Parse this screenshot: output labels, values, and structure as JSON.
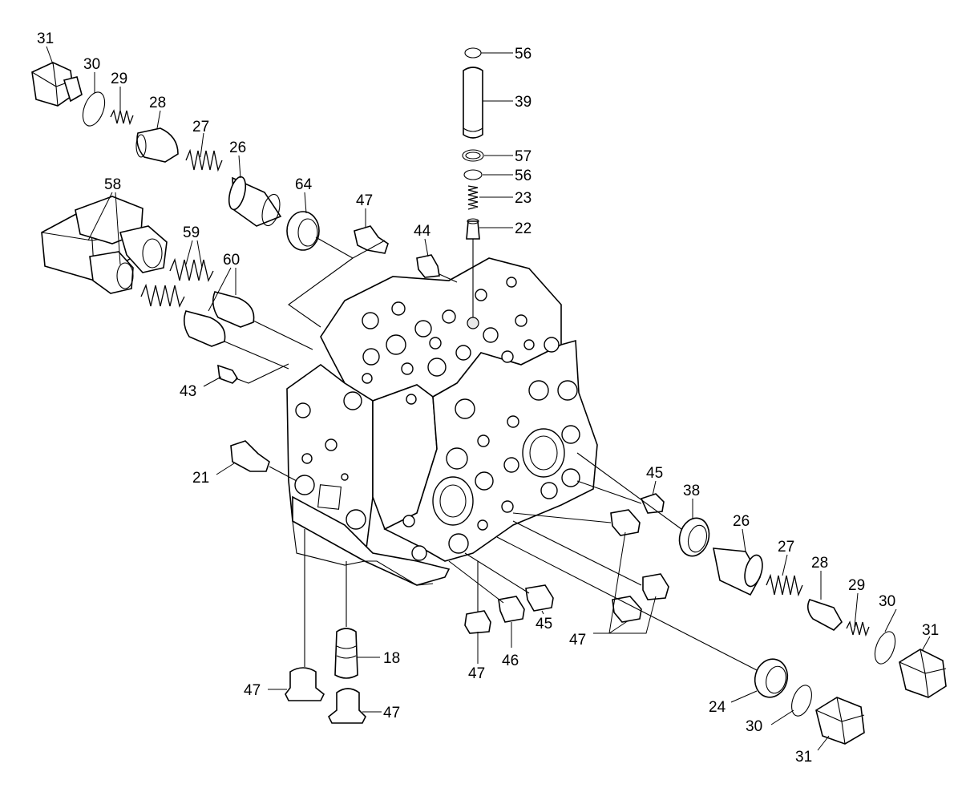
{
  "labels": {
    "p31a": "31",
    "p30a": "30",
    "p29a": "29",
    "p28a": "28",
    "p27a": "27",
    "p26a": "26",
    "p58": "58",
    "p59": "59",
    "p60": "60",
    "p64": "64",
    "p47a": "47",
    "p44": "44",
    "p43": "43",
    "p21": "21",
    "p56a": "56",
    "p39": "39",
    "p57": "57",
    "p56b": "56",
    "p23": "23",
    "p22": "22",
    "p45a": "45",
    "p38": "38",
    "p26b": "26",
    "p27b": "27",
    "p28b": "28",
    "p29b": "29",
    "p30b": "30",
    "p31b": "31",
    "p47b": "47",
    "p47c": "47",
    "p46": "46",
    "p45b": "45",
    "p18": "18",
    "p47d": "47",
    "p47e": "47",
    "p24": "24",
    "p30c": "30",
    "p31c": "31"
  }
}
